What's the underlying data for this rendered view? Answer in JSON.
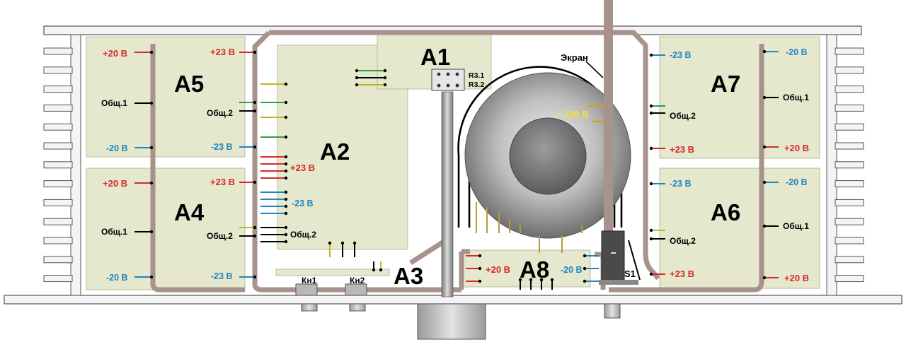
{
  "modules": {
    "a1": "A1",
    "a2": "A2",
    "a3": "A3",
    "a4": "A4",
    "a5": "A5",
    "a6": "A6",
    "a7": "A7",
    "a8": "A8"
  },
  "labels": {
    "plus20": "+20 В",
    "minus20": "-20 В",
    "plus23": "+23 В",
    "minus23": "-23 В",
    "common1": "Общ.1",
    "common2": "Общ.2",
    "r31": "R3.1",
    "r32": "R3.2",
    "screen": "Экран",
    "ac220": "~ 220 В",
    "s1": "S1",
    "kn1": "Кн1",
    "kn2": "Кн2"
  },
  "colors": {
    "positive": "#d42a2a",
    "negative": "#1e86c0",
    "common": "#000000",
    "board": "#e5e8cc",
    "rail": "#a8928c",
    "mains": "#ffe020"
  }
}
